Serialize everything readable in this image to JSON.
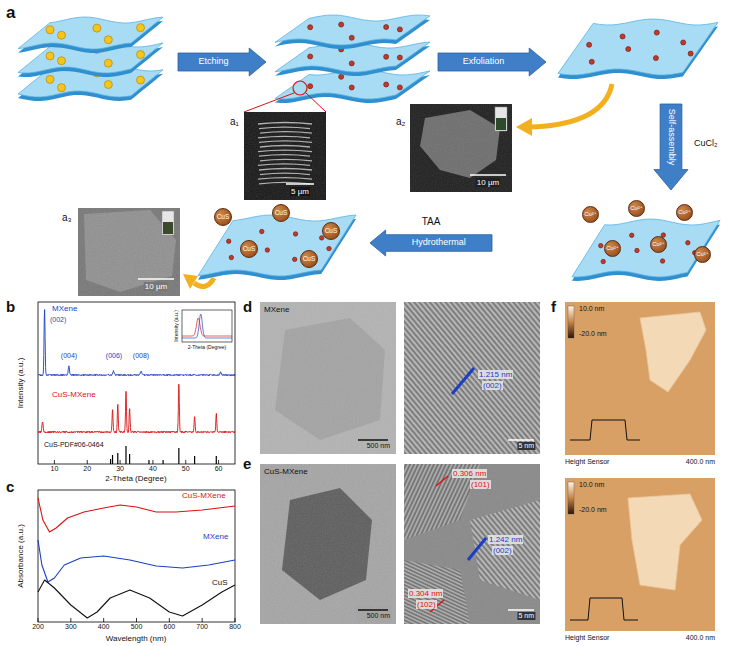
{
  "diagram": {
    "nodes": [
      {
        "text": [
          "Etching"
        ]
      },
      {
        "text": [
          "Exfoliation"
        ]
      },
      {
        "text": [
          "Self-assembly"
        ]
      },
      {
        "text": [
          "Cu²⁺"
        ]
      },
      {
        "text": [
          "Cu²⁺"
        ]
      },
      {
        "text": [
          "Cu²⁺"
        ]
      },
      {
        "text": [
          "Cu²⁺"
        ]
      },
      {
        "text": [
          "Cu²⁺"
        ]
      },
      {
        "text": [
          "Cu²⁺"
        ]
      },
      {
        "text": [
          "TAA",
          "Hydrothermal"
        ]
      },
      {
        "text": [
          "CuS"
        ]
      },
      {
        "text": [
          "CuS"
        ]
      },
      {
        "text": [
          "CuS"
        ]
      },
      {
        "text": [
          "CuS"
        ]
      },
      {
        "text": [
          "CuS"
        ]
      }
    ],
    "labels": [
      "a",
      "a₁",
      "5 µm",
      "a₂",
      "10 µm",
      "a₃",
      "10 µm",
      "CuCl₂",
      "b",
      "MXene",
      "(002)",
      "(004)",
      "(006)",
      "(008)",
      "CuS-MXene",
      "CuS-PDF#06-0464",
      "Intensity (a.u.)",
      "2-Theta (Degree)",
      "10",
      "20",
      "30",
      "40",
      "50",
      "60",
      "Intensity (a.u.)",
      "2-Theta (Degree)",
      "c",
      "CuS-MXene",
      "MXene",
      "CuS",
      "Absorbance (a.u.)",
      "Wavelength (nm)",
      "200",
      "300",
      "400",
      "500",
      "600",
      "700",
      "800",
      "d",
      "MXene",
      "500 nm",
      "5 nm",
      "1.215 nm",
      "(002)",
      "e",
      "CuS-MXene",
      "500 nm",
      "5 nm",
      "0.306 nm",
      "(101)",
      "1.242 nm",
      "(002)",
      "0.304 nm",
      "(102)",
      "f",
      "10.0 nm",
      "-20.0 nm",
      "Height Sensor",
      "400.0 nm",
      "10.0 nm",
      "-20.0 nm",
      "Height Sensor",
      "400.0 nm"
    ]
  }
}
